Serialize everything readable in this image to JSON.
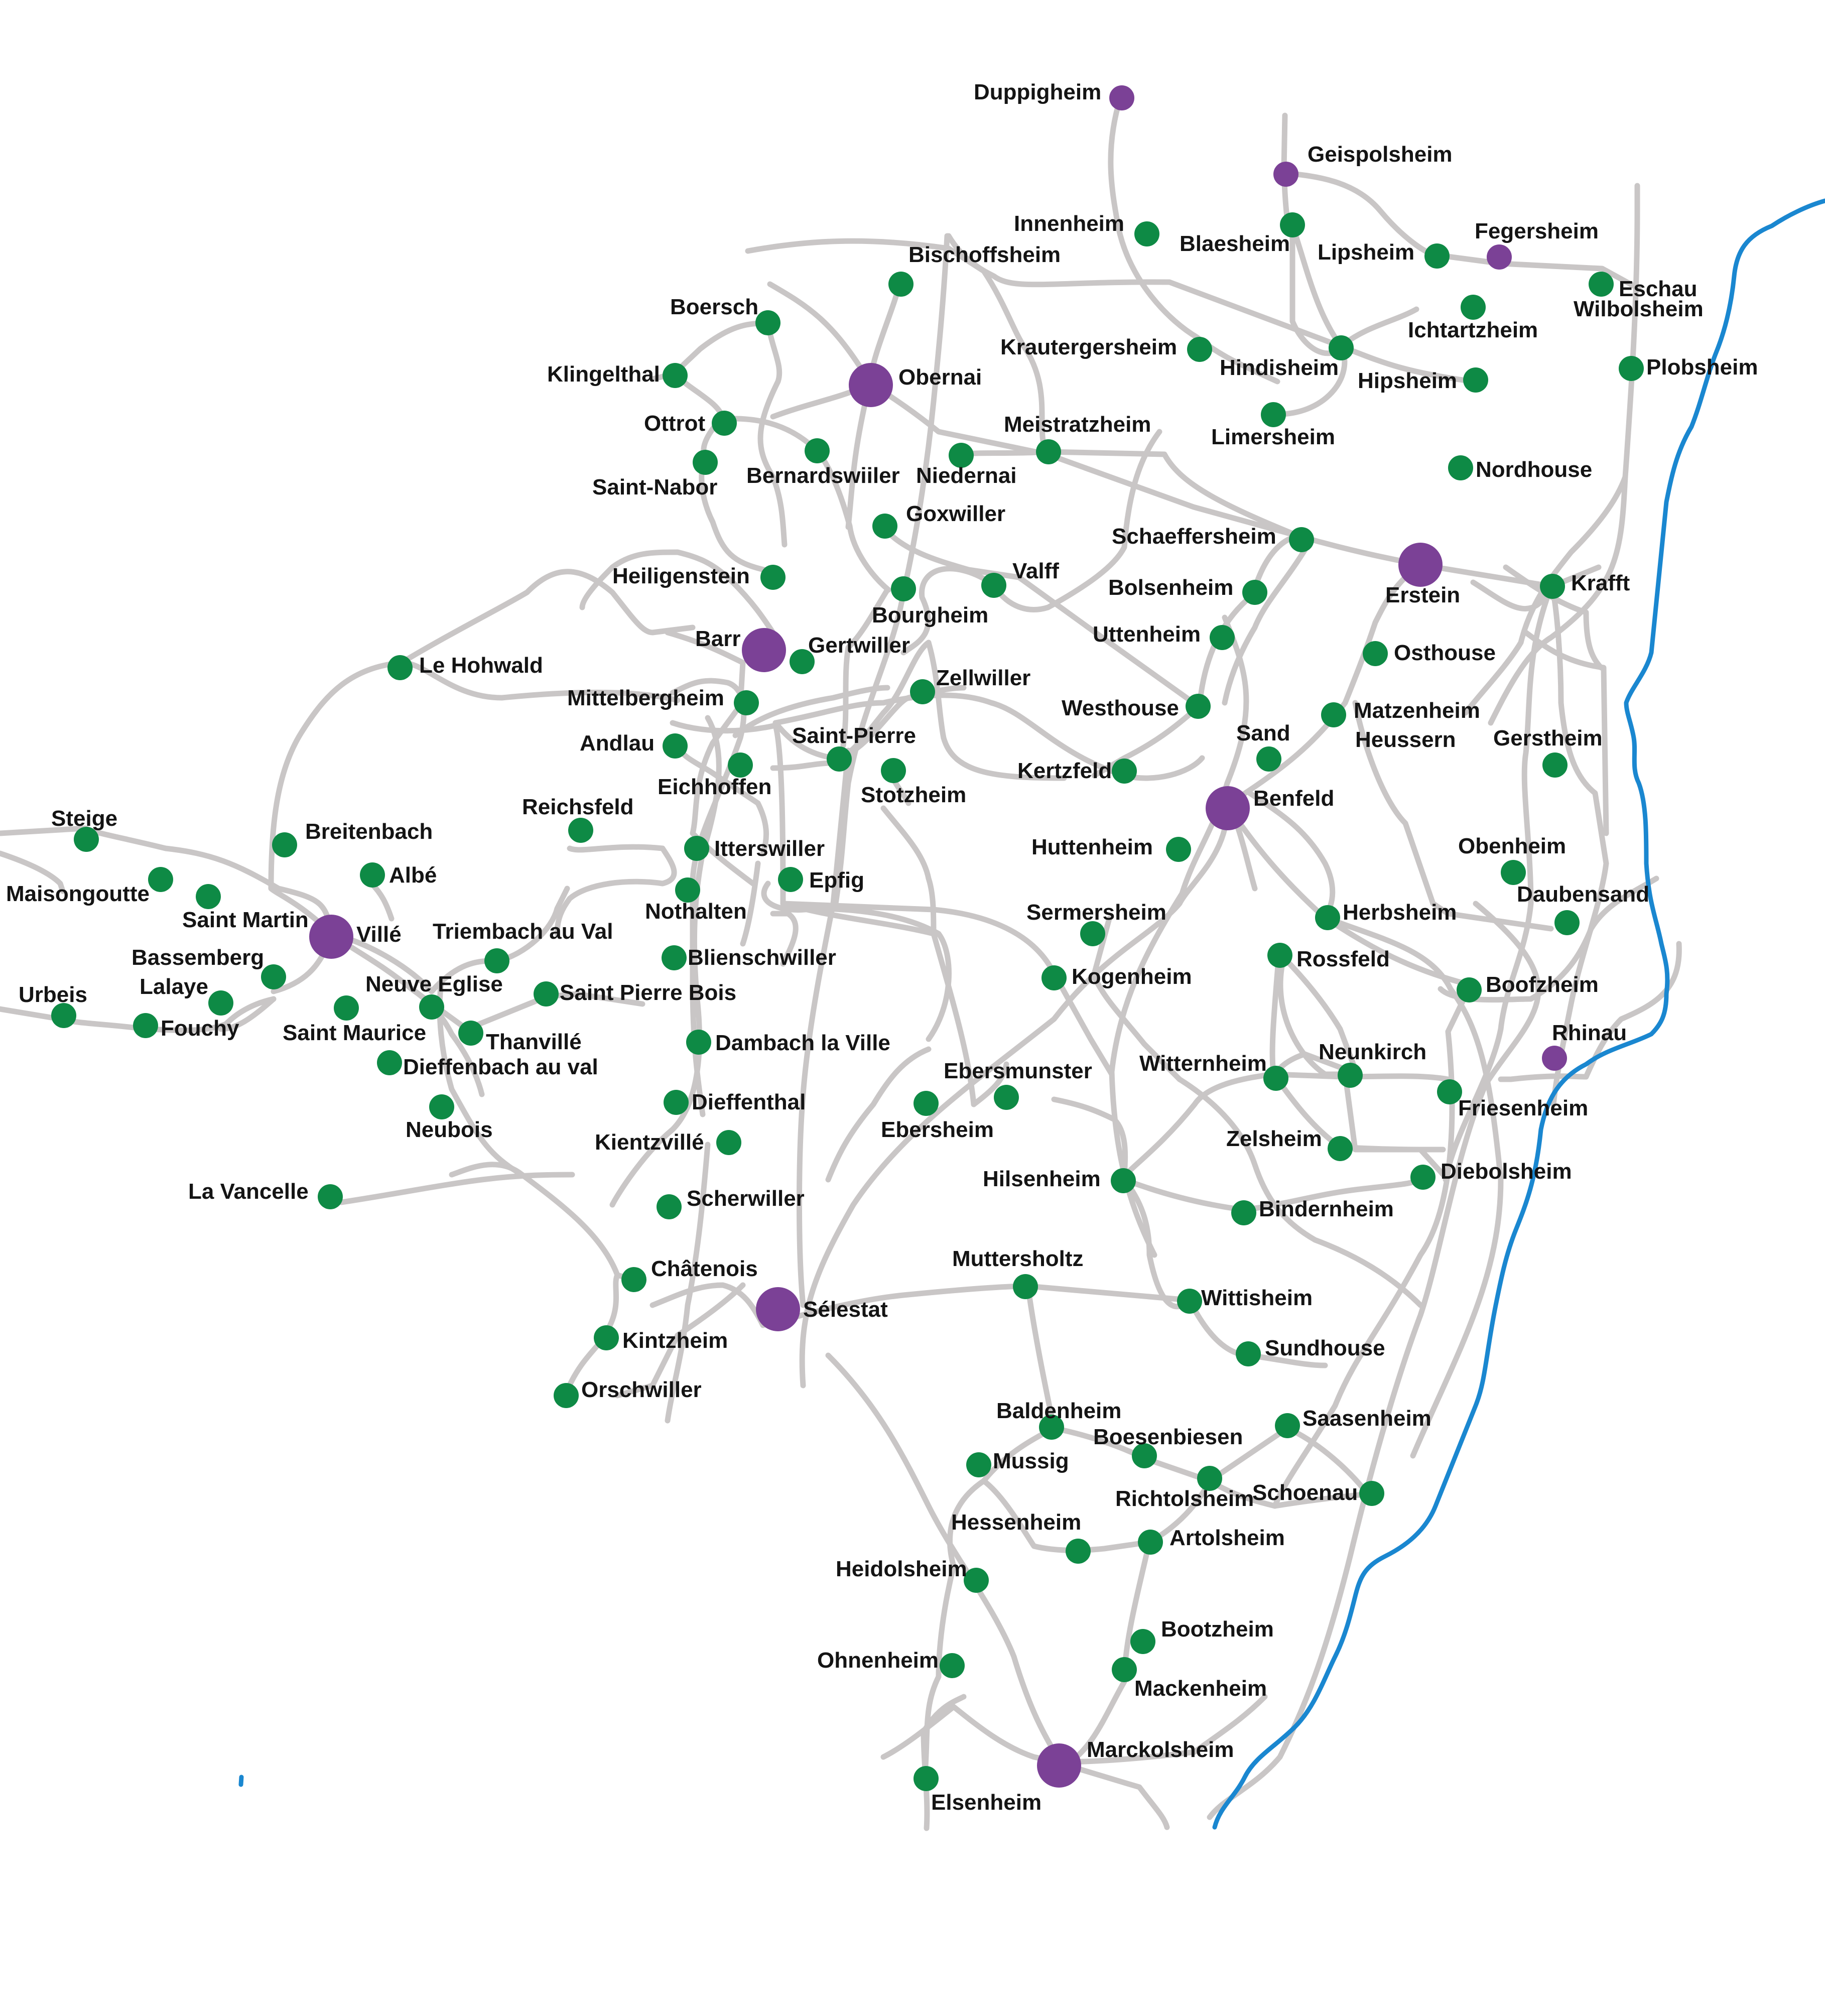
{
  "map": {
    "colors": {
      "background": "#ffffff",
      "road": "#c9c6c6",
      "river": "#1a87d0",
      "village": "#0e8a45",
      "town": "#7b4196",
      "label": "#141414"
    },
    "legend_note": "",
    "places": [
      {
        "name": "Duppigheim",
        "type": "town-small"
      },
      {
        "name": "Geispolsheim",
        "type": "town-small"
      },
      {
        "name": "Innenheim",
        "type": "village"
      },
      {
        "name": "Blaesheim",
        "type": "village"
      },
      {
        "name": "Lipsheim",
        "type": "village"
      },
      {
        "name": "Fegersheim",
        "type": "town-small"
      },
      {
        "name": "Eschau",
        "type": "village"
      },
      {
        "name": "Wilbolsheim",
        "type": "label"
      },
      {
        "name": "Bischoffsheim",
        "type": "village"
      },
      {
        "name": "Ichtartzheim",
        "type": "village"
      },
      {
        "name": "Boersch",
        "type": "village"
      },
      {
        "name": "Krautergersheim",
        "type": "village"
      },
      {
        "name": "Hindisheim",
        "type": "village"
      },
      {
        "name": "Hipsheim",
        "type": "village"
      },
      {
        "name": "Plobsheim",
        "type": "village"
      },
      {
        "name": "Klingelthal",
        "type": "village"
      },
      {
        "name": "Obernai",
        "type": "town"
      },
      {
        "name": "Ottrot",
        "type": "village"
      },
      {
        "name": "Limersheim",
        "type": "village"
      },
      {
        "name": "Meistratzheim",
        "type": "village"
      },
      {
        "name": "Saint-Nabor",
        "type": "village"
      },
      {
        "name": "Bernardswiiler",
        "type": "village"
      },
      {
        "name": "Niedernai",
        "type": "village"
      },
      {
        "name": "Nordhouse",
        "type": "village"
      },
      {
        "name": "Goxwiller",
        "type": "village"
      },
      {
        "name": "Schaeffersheim",
        "type": "village"
      },
      {
        "name": "Heiligenstein",
        "type": "village"
      },
      {
        "name": "Valff",
        "type": "village"
      },
      {
        "name": "Erstein",
        "type": "town"
      },
      {
        "name": "Krafft",
        "type": "village"
      },
      {
        "name": "Bolsenheim",
        "type": "village"
      },
      {
        "name": "Bourgheim",
        "type": "village"
      },
      {
        "name": "Barr",
        "type": "town"
      },
      {
        "name": "Gertwiller",
        "type": "village"
      },
      {
        "name": "Uttenheim",
        "type": "village"
      },
      {
        "name": "Osthouse",
        "type": "village"
      },
      {
        "name": "Le Hohwald",
        "type": "village"
      },
      {
        "name": "Zellwiller",
        "type": "village"
      },
      {
        "name": "Mittelbergheim",
        "type": "village"
      },
      {
        "name": "Westhouse",
        "type": "village"
      },
      {
        "name": "Matzenheim",
        "type": "village"
      },
      {
        "name": "Heussern",
        "type": "label"
      },
      {
        "name": "Sand",
        "type": "village"
      },
      {
        "name": "Gerstheim",
        "type": "village"
      },
      {
        "name": "Andlau",
        "type": "village"
      },
      {
        "name": "Saint-Pierre",
        "type": "village"
      },
      {
        "name": "Eichhoffen",
        "type": "village"
      },
      {
        "name": "Kertzfeld",
        "type": "village"
      },
      {
        "name": "Stotzheim",
        "type": "village"
      },
      {
        "name": "Benfeld",
        "type": "town"
      },
      {
        "name": "Steige",
        "type": "village"
      },
      {
        "name": "Reichsfeld",
        "type": "village"
      },
      {
        "name": "Breitenbach",
        "type": "village"
      },
      {
        "name": "Itterswiller",
        "type": "village"
      },
      {
        "name": "Huttenheim",
        "type": "village"
      },
      {
        "name": "Obenheim",
        "type": "village"
      },
      {
        "name": "Albé",
        "type": "village"
      },
      {
        "name": "Epfig",
        "type": "village"
      },
      {
        "name": "Maisongoutte",
        "type": "village"
      },
      {
        "name": "Daubensand",
        "type": "village"
      },
      {
        "name": "Nothalten",
        "type": "village"
      },
      {
        "name": "Sermersheim",
        "type": "village"
      },
      {
        "name": "Herbsheim",
        "type": "village"
      },
      {
        "name": "Saint Martin",
        "type": "village"
      },
      {
        "name": "Villé",
        "type": "town"
      },
      {
        "name": "Triembach au Val",
        "type": "village"
      },
      {
        "name": "Blienschwiller",
        "type": "village"
      },
      {
        "name": "Rossfeld",
        "type": "village"
      },
      {
        "name": "Bassemberg",
        "type": "village"
      },
      {
        "name": "Kogenheim",
        "type": "village"
      },
      {
        "name": "Neuve Eglise",
        "type": "village"
      },
      {
        "name": "Lalaye",
        "type": "village"
      },
      {
        "name": "Boofzheim",
        "type": "village"
      },
      {
        "name": "Urbeis",
        "type": "village"
      },
      {
        "name": "Saint Pierre Bois",
        "type": "village"
      },
      {
        "name": "Fouchy",
        "type": "village"
      },
      {
        "name": "Saint Maurice",
        "type": "village"
      },
      {
        "name": "Thanvillé",
        "type": "village"
      },
      {
        "name": "Rhinau",
        "type": "town-small"
      },
      {
        "name": "Dambach la Ville",
        "type": "village"
      },
      {
        "name": "Neunkirch",
        "type": "village"
      },
      {
        "name": "Witternheim",
        "type": "village"
      },
      {
        "name": "Dieffenbach au val",
        "type": "village"
      },
      {
        "name": "Ebersmunster",
        "type": "village"
      },
      {
        "name": "Friesenheim",
        "type": "village"
      },
      {
        "name": "Dieffenthal",
        "type": "village"
      },
      {
        "name": "Neubois",
        "type": "village"
      },
      {
        "name": "Ebersheim",
        "type": "village"
      },
      {
        "name": "Kientzvillé",
        "type": "village"
      },
      {
        "name": "Zelsheim",
        "type": "village"
      },
      {
        "name": "Hilsenheim",
        "type": "village"
      },
      {
        "name": "Diebolsheim",
        "type": "village"
      },
      {
        "name": "La Vancelle",
        "type": "village"
      },
      {
        "name": "Scherwiller",
        "type": "village"
      },
      {
        "name": "Bindernheim",
        "type": "village"
      },
      {
        "name": "Muttersholtz",
        "type": "village"
      },
      {
        "name": "Châtenois",
        "type": "village"
      },
      {
        "name": "Wittisheim",
        "type": "village"
      },
      {
        "name": "Sélestat",
        "type": "town"
      },
      {
        "name": "Kintzheim",
        "type": "village"
      },
      {
        "name": "Sundhouse",
        "type": "village"
      },
      {
        "name": "Orschwiller",
        "type": "village"
      },
      {
        "name": "Baldenheim",
        "type": "village"
      },
      {
        "name": "Saasenheim",
        "type": "village"
      },
      {
        "name": "Boesenbiesen",
        "type": "village"
      },
      {
        "name": "Mussig",
        "type": "village"
      },
      {
        "name": "Richtolsheim",
        "type": "village"
      },
      {
        "name": "Schoenau",
        "type": "village"
      },
      {
        "name": "Hessenheim",
        "type": "village"
      },
      {
        "name": "Artolsheim",
        "type": "village"
      },
      {
        "name": "Heidolsheim",
        "type": "village"
      },
      {
        "name": "Bootzheim",
        "type": "village"
      },
      {
        "name": "Ohnenheim",
        "type": "village"
      },
      {
        "name": "Mackenheim",
        "type": "village"
      },
      {
        "name": "Marckolsheim",
        "type": "town"
      },
      {
        "name": "Elsenheim",
        "type": "village"
      }
    ]
  }
}
